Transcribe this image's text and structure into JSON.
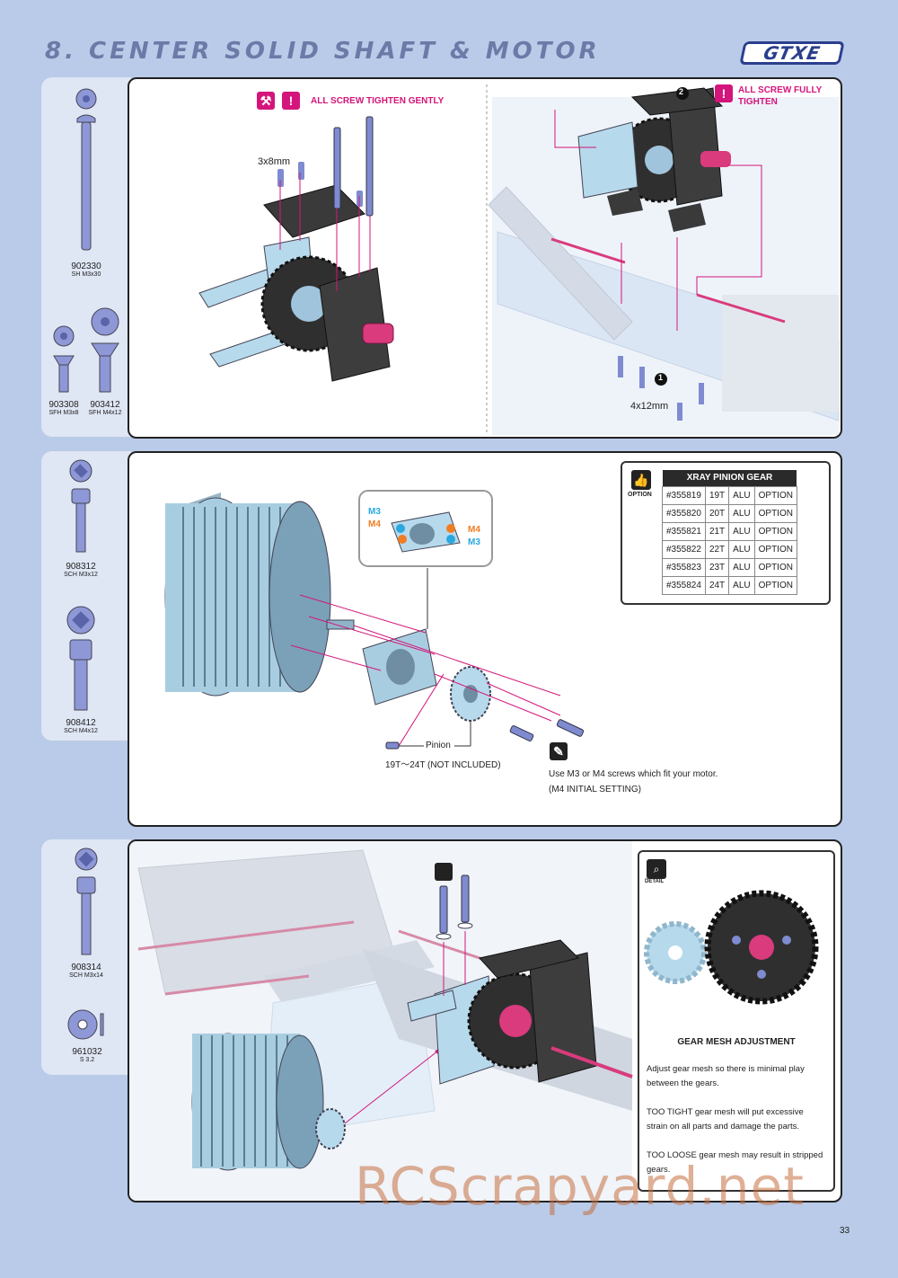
{
  "header": {
    "title": "8. CENTER SOLID SHAFT & MOTOR",
    "brand": "GTXE"
  },
  "step1": {
    "parts": [
      {
        "code": "902330",
        "desc": "SH M3x30"
      },
      {
        "code": "903308",
        "desc": "SFH M3x8"
      },
      {
        "code": "903412",
        "desc": "SFH M4x12"
      }
    ],
    "note_left": "ALL SCREW TIGHTEN GENTLY",
    "note_right": "ALL SCREW FULLY TIGHTEN",
    "label_3x8": "3x8mm",
    "label_4x12": "4x12mm",
    "step_marks": [
      "1",
      "2"
    ]
  },
  "step2": {
    "parts": [
      {
        "code": "908312",
        "desc": "SCH M3x12"
      },
      {
        "code": "908412",
        "desc": "SCH M4x12"
      }
    ],
    "hole_labels": {
      "m3": "M3",
      "m4": "M4"
    },
    "pinion_label": "Pinion",
    "pinion_range": "19T～24T (NOT INCLUDED)",
    "screw_note": "Use M3 or M4 screws which fit  your motor.",
    "initial_setting": "(M4 INITIAL SETTING)",
    "option_label": "OPTION",
    "table_title": "XRAY PINION GEAR",
    "table_rows": [
      [
        "#355819",
        "19T",
        "ALU",
        "OPTION"
      ],
      [
        "#355820",
        "20T",
        "ALU",
        "OPTION"
      ],
      [
        "#355821",
        "21T",
        "ALU",
        "OPTION"
      ],
      [
        "#355822",
        "22T",
        "ALU",
        "OPTION"
      ],
      [
        "#355823",
        "23T",
        "ALU",
        "OPTION"
      ],
      [
        "#355824",
        "24T",
        "ALU",
        "OPTION"
      ]
    ]
  },
  "step3": {
    "parts": [
      {
        "code": "908314",
        "desc": "SCH M3x14"
      },
      {
        "code": "961032",
        "desc": "S 3.2"
      }
    ],
    "detail_label": "DETAIL",
    "detail_title": "GEAR MESH ADJUSTMENT",
    "detail_p1": "Adjust gear mesh so there is minimal play between the gears.",
    "detail_p2": "TOO TIGHT gear mesh will put excessive strain on all parts and damage the parts.",
    "detail_p3": "TOO LOOSE gear mesh may result in stripped gears."
  },
  "page_number": "33",
  "watermark": "RCScrapyard.net",
  "colors": {
    "page_bg": "#b9cbe8",
    "accent": "#d4157b",
    "part_blue": "#7f8bd0",
    "part_light": "#b7d9ec",
    "carbon": "#3a3a3a"
  }
}
